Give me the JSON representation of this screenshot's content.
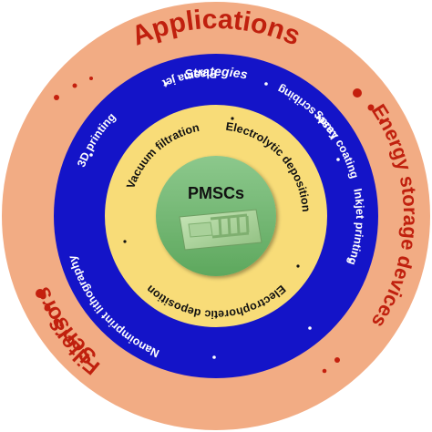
{
  "center": {
    "title": "PMSCs",
    "icon": "interdigitated-electrode-icon"
  },
  "inner_ring": {
    "items": [
      "Vacuum filtration",
      "Electrolytic deposition",
      "Electrophoretic deposition"
    ]
  },
  "middle_ring": {
    "title": "Strategies",
    "items": [
      "Spray coating",
      "Inkjet printing",
      "Laser scribing",
      "Plasma jet",
      "Nanoimprint lithography",
      "3D printing"
    ]
  },
  "outer_ring": {
    "title": "Applications",
    "items": [
      "Energy storage devices",
      "Sensors",
      "Filters"
    ]
  },
  "colors": {
    "outer_ring": "#F2AC84",
    "middle_ring": "#1414C8",
    "inner_ring": "#F8DC78",
    "core": "#78B878",
    "outer_text": "#C0200E",
    "middle_text": "#ffffff",
    "inner_text": "#111111",
    "dot": "#C4200E"
  }
}
